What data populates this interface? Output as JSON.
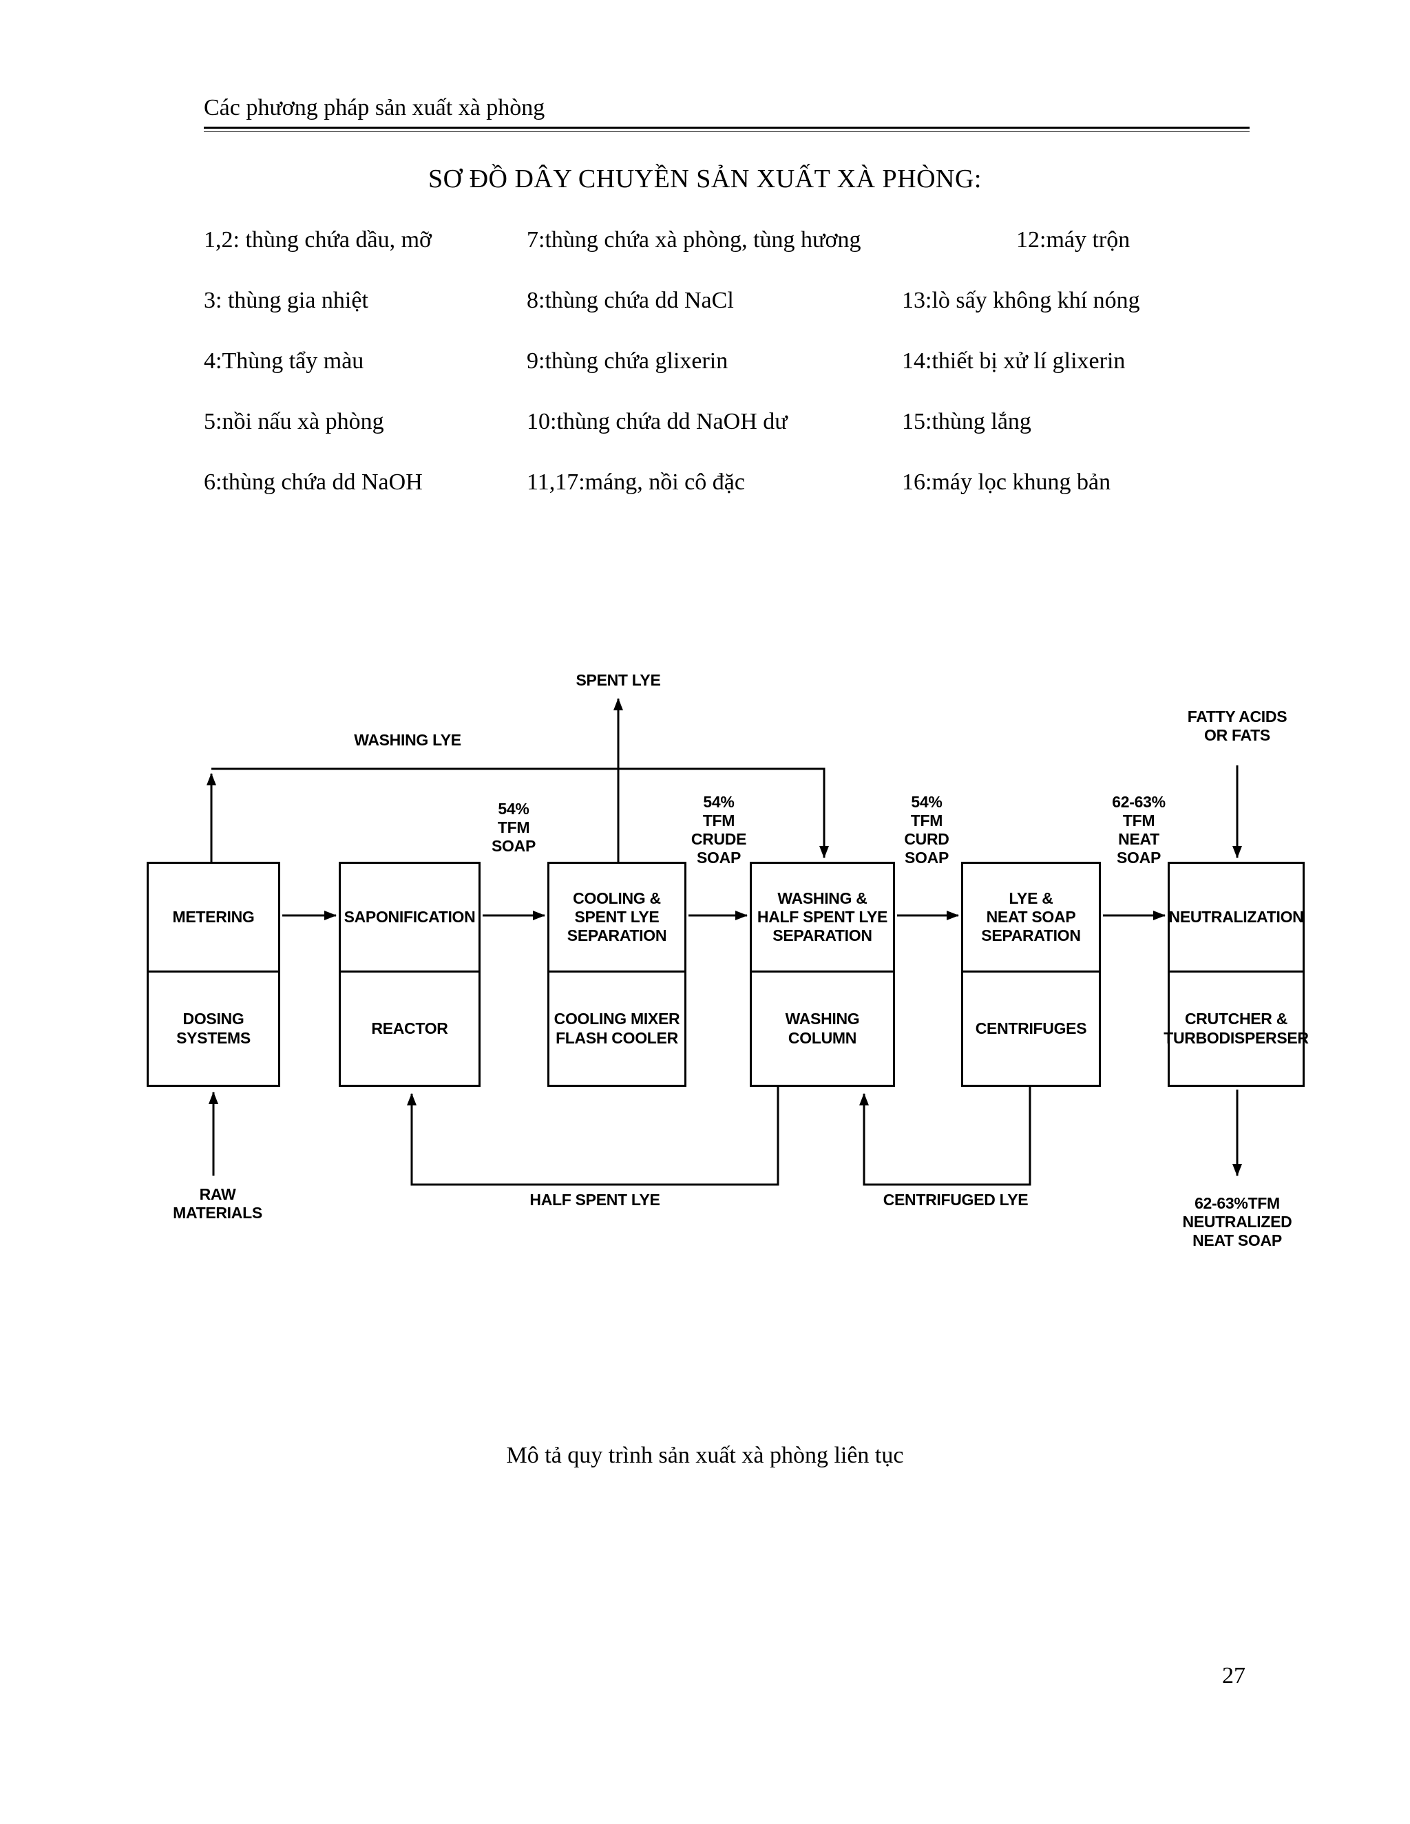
{
  "page": {
    "header": "Các phương pháp sản xuất xà phòng",
    "title": "SƠ ĐỒ DÂY CHUYỀN SẢN XUẤT XÀ PHÒNG:",
    "caption": "Mô tả quy trình sản xuất xà phòng liên tục",
    "page_number": "27"
  },
  "legend": {
    "col1": [
      "1,2: thùng chứa dầu, mỡ",
      "3: thùng gia nhiệt",
      "4:Thùng tẩy màu",
      "5:nồi nấu xà phòng",
      "6:thùng chứa dd NaOH"
    ],
    "col2": [
      "7:thùng chứa xà phòng, tùng hương",
      "8:thùng chứa dd NaCl",
      "9:thùng chứa glixerin",
      "10:thùng chứa dd NaOH dư",
      "11,17:máng, nồi cô đặc"
    ],
    "col3": [
      "12:máy trộn",
      "13:lò sấy không khí nóng",
      "14:thiết bị xử lí glixerin",
      "15:thùng lắng",
      "16:máy lọc khung bản"
    ]
  },
  "diagram": {
    "boxes": [
      {
        "top": "METERING",
        "bottom": "DOSING\nSYSTEMS"
      },
      {
        "top": "SAPONIFICATION",
        "bottom": "REACTOR"
      },
      {
        "top": "COOLING &\nSPENT LYE\nSEPARATION",
        "bottom": "COOLING MIXER\nFLASH COOLER"
      },
      {
        "top": "WASHING &\nHALF SPENT LYE\nSEPARATION",
        "bottom": "WASHING\nCOLUMN"
      },
      {
        "top": "LYE &\nNEAT SOAP\nSEPARATION",
        "bottom": "CENTRIFUGES"
      },
      {
        "top": "NEUTRALIZATION",
        "bottom": "CRUTCHER &\nTURBODISPERSER"
      }
    ],
    "labels": {
      "spent_lye": "SPENT LYE",
      "washing_lye": "WASHING LYE",
      "fatty_acids": "FATTY ACIDS\nOR FATS",
      "soap_54": "54%\nTFM\nSOAP",
      "crude_soap": "54%\nTFM\nCRUDE\nSOAP",
      "curd_soap": "54%\nTFM\nCURD\nSOAP",
      "neat_soap": "62-63%\nTFM\nNEAT\nSOAP",
      "raw_materials": "RAW\nMATERIALS",
      "half_spent_lye": "HALF SPENT LYE",
      "centrifuged_lye": "CENTRIFUGED LYE",
      "neutralized_neat_soap": "62-63%TFM\nNEUTRALIZED\nNEAT SOAP"
    }
  }
}
